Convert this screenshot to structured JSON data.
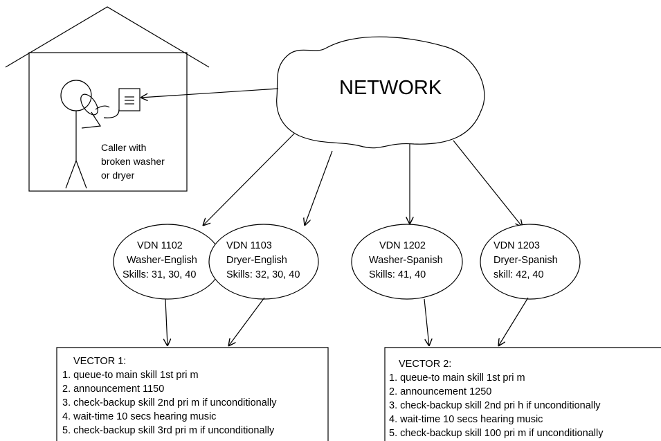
{
  "network": {
    "label": "NETWORK"
  },
  "caller": {
    "lines": [
      "Caller with",
      "broken washer",
      "or dryer"
    ]
  },
  "vdns": [
    {
      "lines": [
        "VDN 1102",
        "Washer-English",
        "Skills: 31, 30, 40"
      ]
    },
    {
      "lines": [
        "VDN 1103",
        "Dryer-English",
        "Skills: 32, 30, 40"
      ]
    },
    {
      "lines": [
        "VDN 1202",
        "Washer-Spanish",
        "Skills: 41, 40"
      ]
    },
    {
      "lines": [
        "VDN 1203",
        "Dryer-Spanish",
        "skill: 42, 40"
      ]
    }
  ],
  "vectors": [
    {
      "title": "VECTOR 1:",
      "steps": [
        "1. queue-to main skill 1st pri m",
        "2. announcement 1150",
        "3. check-backup skill 2nd pri m if unconditionally",
        "4. wait-time 10 secs hearing music",
        "5. check-backup skill 3rd pri m if unconditionally"
      ]
    },
    {
      "title": "VECTOR 2:",
      "steps": [
        "1. queue-to main skill 1st pri m",
        "2. announcement 1250",
        "3. check-backup skill 2nd pri h if unconditionally",
        "4. wait-time 10 secs hearing music",
        "5. check-backup skill 100 pri m if unconditionally"
      ]
    }
  ]
}
